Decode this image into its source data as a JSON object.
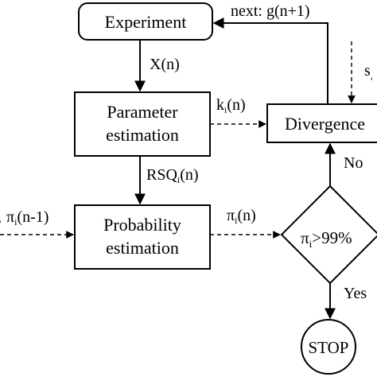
{
  "nodes": {
    "experiment": "Experiment",
    "parameter_line1": "Parameter",
    "parameter_line2": "estimation",
    "probability_line1": "Probability",
    "probability_line2": "estimation",
    "divergence": "Divergence",
    "decision_main": "π",
    "decision_sub": "i",
    "decision_rest": ">99%",
    "stop": "STOP"
  },
  "edges": {
    "next": "next: g(n+1)",
    "x_main": "X(n)",
    "k_main": "k",
    "k_sub": "i",
    "k_rest": "(n)",
    "rsq_main": "RSQ",
    "rsq_sub": "i",
    "rsq_rest": "(n)",
    "pi_main": "π",
    "pi_sub": "i",
    "pi_rest": "(n)",
    "prev_prefix": ",",
    "prev_main": "π",
    "prev_sub": "i",
    "prev_rest": "(n-1)",
    "s_main": "s",
    "s_sub": ",",
    "no": "No",
    "yes": "Yes"
  }
}
